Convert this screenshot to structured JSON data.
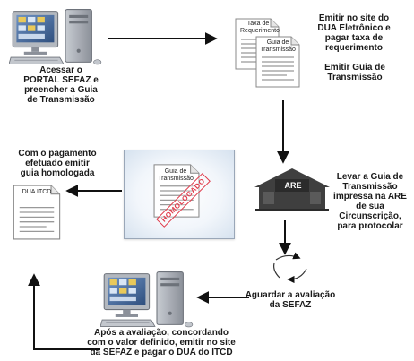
{
  "diagram": {
    "steps": {
      "acessar_portal": [
        "Acessar o",
        "PORTAL SEFAZ e",
        "preencher a Guia",
        "de Transmissão"
      ],
      "emitir_dua": [
        "Emitir no site do",
        "DUA Eletrônico e",
        "pagar taxa de",
        "requerimento"
      ],
      "emitir_guia": [
        "Emitir Guia de",
        "Transmissão"
      ],
      "levar_guia": [
        "Levar a Guia de",
        "Transmissão",
        "impressa na ARE",
        "de sua",
        "Circunscrição,",
        "para protocolar"
      ],
      "aguardar": [
        "Aguardar a avaliação",
        "da SEFAZ"
      ],
      "apos_avaliacao": [
        "Após a avaliação, concordando",
        "com o valor definido, emitir no site",
        "da SEFAZ e pagar o DUA do ITCD"
      ],
      "pagamento": [
        "Com o pagamento",
        "efetuado  emitir",
        "guia homologada"
      ]
    },
    "documents": {
      "taxa": [
        "Taxa de",
        "Requerimento"
      ],
      "guia_top": [
        "Guia de",
        "Transmissão"
      ],
      "guia_homologada": [
        "Guia de",
        "Transmissão"
      ],
      "dua_itcd": "DUA ITCD"
    },
    "stamp": "HOMOLOGADO",
    "building_label": "ARE",
    "colors": {
      "arrow": "#111111",
      "building": "#3f3f3f",
      "stamp": "#e03a4a",
      "panel_border": "#9aa7b8",
      "monitor_body": "#9da3ab",
      "screen": "#4a6fa0"
    }
  }
}
